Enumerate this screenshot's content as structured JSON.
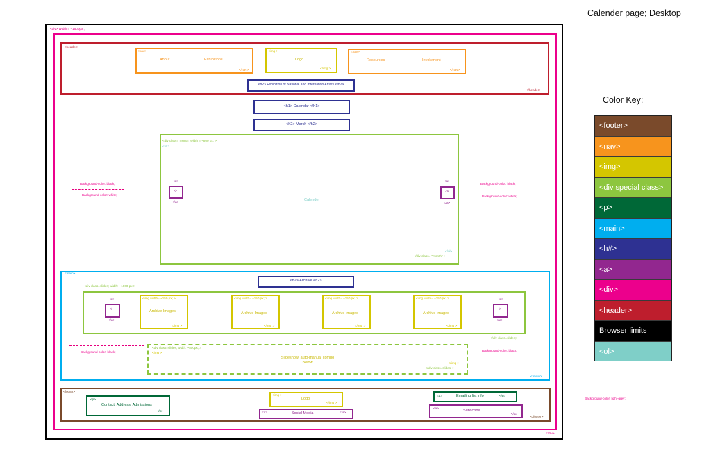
{
  "page_title": "Calender page; Desktop",
  "outer_div": {
    "open": "<div> Width = ~1500px ;",
    "close": "</div>"
  },
  "header": {
    "open": "<header>",
    "close": "</header>",
    "nav_left": {
      "open": "<nav>",
      "items": [
        "About",
        "Exhibitions"
      ],
      "close": "</nav>"
    },
    "logo": {
      "open": "<img >",
      "label": "Logo",
      "close": "</img >"
    },
    "nav_right": {
      "open": "<nav>",
      "items": [
        "Resources",
        "Involvment"
      ],
      "close": "</nav>"
    },
    "h2": "<h2> Exhibition of National and Internation Artists </h2>"
  },
  "h1": "<h1> Calendar </h1>",
  "h2_month": "<h2> March </h2>",
  "month": {
    "open": "<div class=\"month\" width = ~800 px; >",
    "ol_open": "<ol >",
    "label": "Calender",
    "ol_close": "</ol>",
    "close": "</div class= \"month\" >",
    "prev": {
      "open": "<a>",
      "arrow": "<-",
      "close": "</a>"
    },
    "next": {
      "open": "<a>",
      "arrow": "->",
      "close": "</a>"
    }
  },
  "bg_notes_left": [
    "Background-color: black;",
    "Background-color: white;"
  ],
  "bg_notes_right": [
    "Background-color: black;",
    "Background-color: white;"
  ],
  "main": {
    "open": "<main>",
    "close": "</main>",
    "h2": "<h2> Archive <h2>",
    "slides": {
      "open": "<div class=slides; width: ~1000 px;>",
      "close": "</div class=slides;>",
      "prev": {
        "open": "<a>",
        "arrow": "<-",
        "close": "</a>"
      },
      "next": {
        "open": "<a>",
        "arrow": "->",
        "close": "</a>"
      },
      "images": [
        {
          "open": "<img width= ~150 px; >",
          "label": "Archive Images",
          "close": "</img >"
        },
        {
          "open": "<img width= ~150 px; >",
          "label": "Archive Images",
          "close": "</img >"
        },
        {
          "open": "<img width= ~150 px; >",
          "label": "Archive Images",
          "close": "</img >"
        },
        {
          "open": "<img width= ~150 px; >",
          "label": "Archive Images",
          "close": "</img >"
        }
      ]
    },
    "slideshow": {
      "open": "<div class=slides; width: ~800px; >",
      "img_open": "<img >",
      "label_line1": "Slideshow, auto-manual combo",
      "label_line2": "Below",
      "img_close": "</img >",
      "close": "</div class=slides; >"
    },
    "bg_left": "Background-color: black;",
    "bg_right": "Background-color: black;"
  },
  "footer": {
    "open": "<footer>",
    "close": "</footer>",
    "p_contact": {
      "open": "<p>",
      "label": "Contact; Address; Admissions",
      "close": "</p>"
    },
    "logo": {
      "open": "<img >",
      "label": "Logo",
      "close": "</img >"
    },
    "social": {
      "open": "<a>",
      "label": "Social Media",
      "close": "</a>"
    },
    "emailing": {
      "open": "<p>",
      "label": "Emailing list info",
      "close": "</p>"
    },
    "subscribe": {
      "open": "<a>",
      "label": "Subscribe",
      "close": "</a>"
    }
  },
  "legend_note": "Background-color: light-grey;",
  "color_key": {
    "title": "Color Key:",
    "items": [
      {
        "label": "<footer>",
        "color": "#7a4a2b"
      },
      {
        "label": "<nav>",
        "color": "#f7941d"
      },
      {
        "label": "<img>",
        "color": "#d4c600"
      },
      {
        "label": "<div special class>",
        "color": "#8dc63f"
      },
      {
        "label": "<p>",
        "color": "#006837"
      },
      {
        "label": "<main>",
        "color": "#00aeef"
      },
      {
        "label": "<h#>",
        "color": "#2e3192"
      },
      {
        "label": "<a>",
        "color": "#92278f"
      },
      {
        "label": "<div>",
        "color": "#ec008c"
      },
      {
        "label": "<header>",
        "color": "#be1e2d"
      },
      {
        "label": "Browser limits",
        "color": "#000000"
      },
      {
        "label": "<ol>",
        "color": "#7fcfc8"
      }
    ]
  }
}
